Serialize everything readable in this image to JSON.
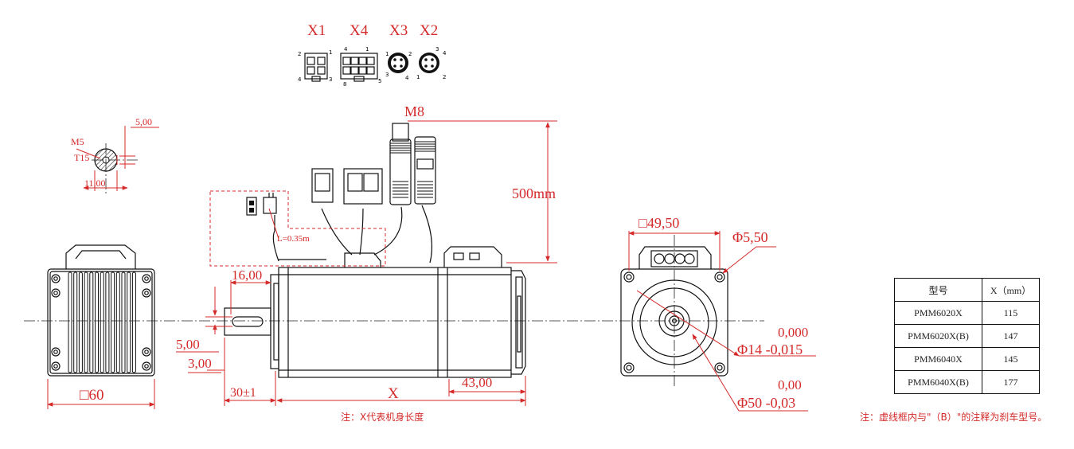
{
  "connectors": {
    "x1": "X1",
    "x4": "X4",
    "x3": "X3",
    "x2": "X2"
  },
  "connector_pins": {
    "x1": [
      "2",
      "1",
      "4",
      "3"
    ],
    "x4": [
      "4",
      "1",
      "8",
      "5"
    ],
    "x3": [
      "1",
      "2",
      "3",
      "4"
    ],
    "x2": [
      "3",
      "4",
      "1",
      "2"
    ]
  },
  "cable_labels": {
    "m8": "M8",
    "length": "500mm",
    "lead_length": "L=0.35m"
  },
  "shaft_section": {
    "thread": "M5",
    "torx": "T15",
    "key_width": "5,00",
    "dia": "11,00"
  },
  "side_view": {
    "key_length": "16,00",
    "key_height": "5,00",
    "key_offset": "3,00",
    "shaft_length": "30±1",
    "body_length": "X",
    "rear_length": "43,00"
  },
  "left_view": {
    "frame": "□60"
  },
  "front_view": {
    "bolt_square": "□49,50",
    "hole_dia": "Φ5,50",
    "shaft_tol_upper": "0,000",
    "shaft_dia": "Φ14 -0,015",
    "pilot_tol_upper": "0,00",
    "pilot_dia": "Φ50 -0,03"
  },
  "notes": {
    "length_note": "注：X代表机身长度",
    "brake_note": "注：虚线框内与\"（B）\"的注释为刹车型号。"
  },
  "table": {
    "headers": [
      "型号",
      "X（mm）"
    ],
    "rows": [
      [
        "PMM6020X",
        "115"
      ],
      [
        "PMM6020X(B)",
        "147"
      ],
      [
        "PMM6040X",
        "145"
      ],
      [
        "PMM6040X(B)",
        "177"
      ]
    ]
  },
  "colors": {
    "dimension": "#d42a2a",
    "outline": "#111111"
  }
}
